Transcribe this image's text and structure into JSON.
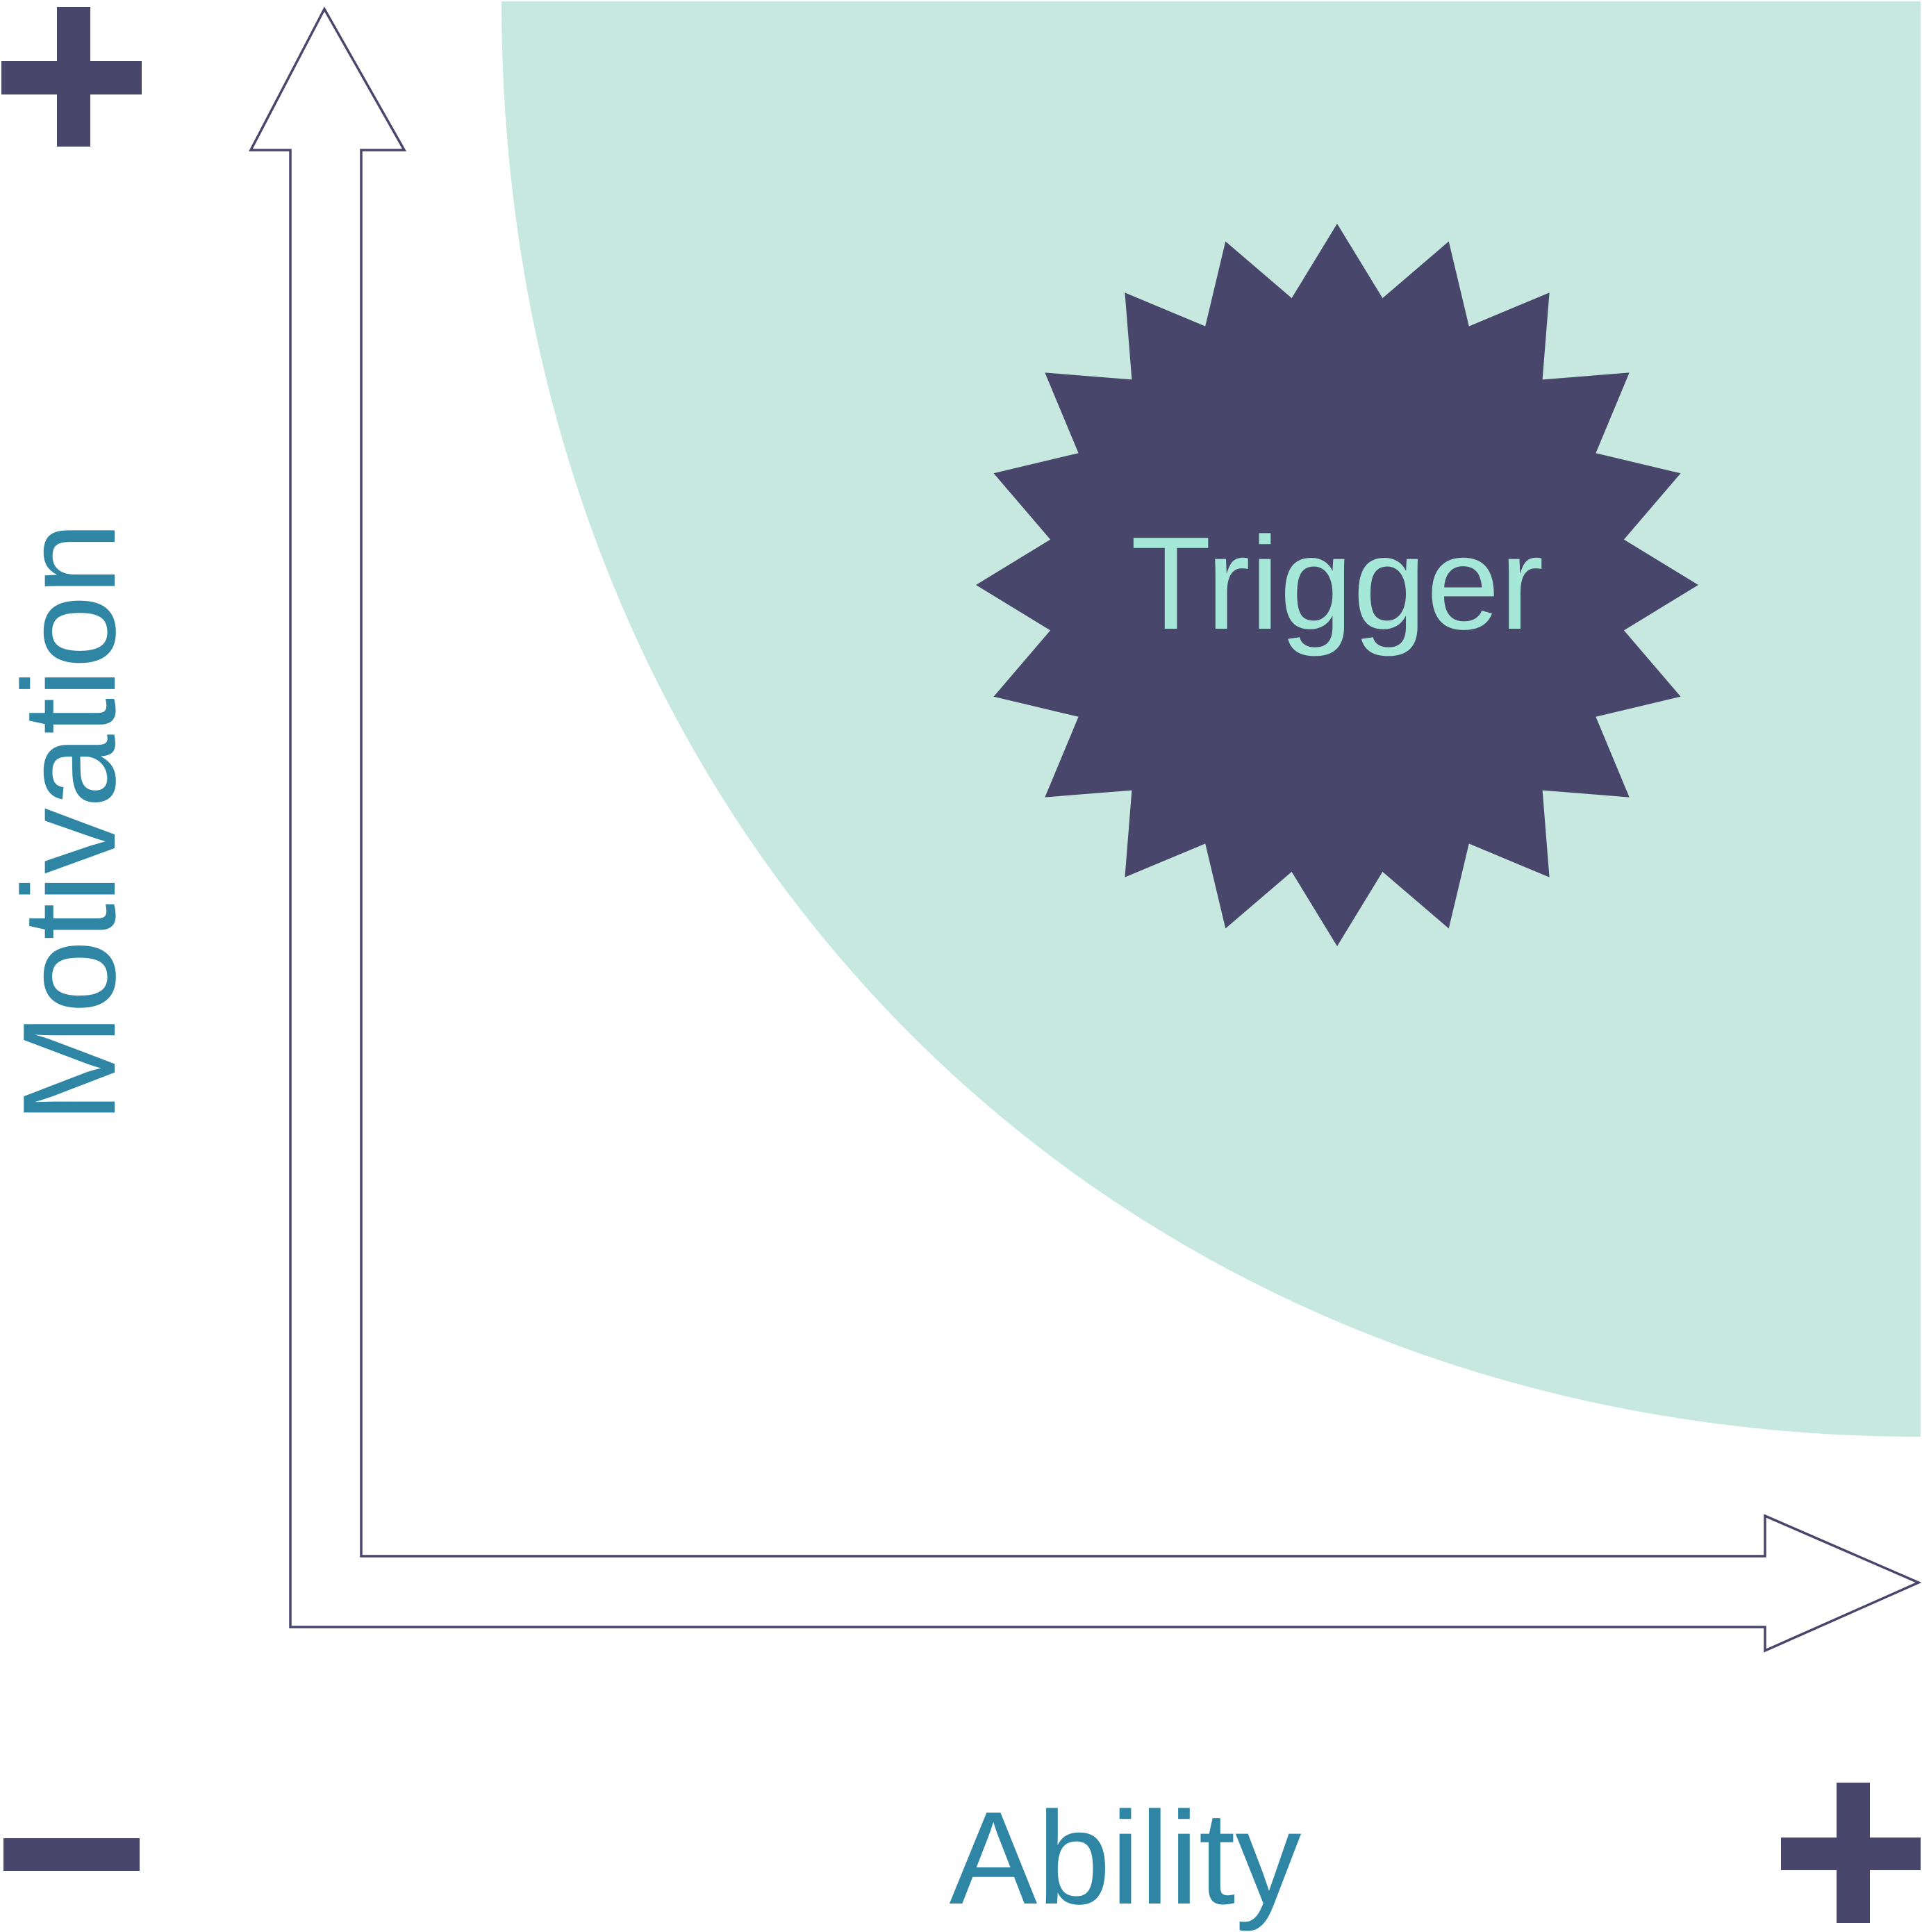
{
  "diagram": {
    "trigger_label": "Trigger",
    "y_axis_label": "Motivation",
    "x_axis_label": "Ability",
    "y_axis_high_symbol": "+",
    "origin_symbol": "−",
    "x_axis_high_symbol": "+"
  },
  "colors": {
    "zone_fill": "#c6e8df",
    "starburst_fill": "#49466b",
    "axis_stroke": "#49466b",
    "symbol_fill": "#49466b",
    "axis_label_text": "#2e86a4",
    "trigger_text": "#a6e8d8"
  },
  "icons": {
    "y_axis_high": "plus-icon",
    "origin": "minus-icon",
    "x_axis_high": "plus-icon"
  }
}
